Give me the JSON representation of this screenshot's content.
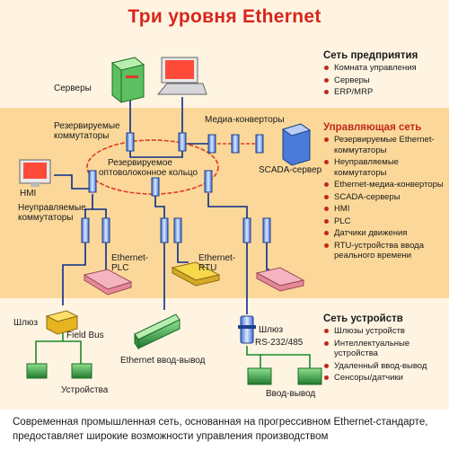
{
  "title": "Три уровня Ethernet",
  "sections": {
    "enterprise": {
      "heading": "Сеть предприятия",
      "items": [
        "Комната управления",
        "Серверы",
        "ERP/MRP"
      ]
    },
    "control": {
      "heading": "Управляющая сеть",
      "items": [
        "Резервируемые Ethernet-коммутаторы",
        "Неуправляемые коммутаторы",
        "Ethernet-медиа-конверторы",
        "SCADA-серверы",
        "HMI",
        "PLC",
        "Датчики движения",
        "RTU-устройства ввода реального времени"
      ]
    },
    "devices": {
      "heading": "Сеть устройств",
      "items": [
        "Шлюзы устройств",
        "Интеллектуальные устройства",
        "Удаленный ввод-вывод",
        "Сенсоры/датчики"
      ]
    }
  },
  "labels": {
    "servers": "Серверы",
    "redundant_switches": [
      "Резервируемые",
      "коммутаторы"
    ],
    "media_converters": "Медиа-конверторы",
    "ring": [
      "Резервируемое",
      "оптоволоконное кольцо"
    ],
    "scada": "SCADA-сервер",
    "hmi": "HMI",
    "unmanaged_switches": [
      "Неуправляемые",
      "коммутаторы"
    ],
    "ethernet_plc": [
      "Ethernet-",
      "PLC"
    ],
    "ethernet_rtu": [
      "Ethernet-",
      "RTU"
    ],
    "gateway_left": "Шлюз",
    "field_bus": "Field Bus",
    "devices": "Устройства",
    "ethernet_io": "Ethernet ввод-вывод",
    "gateway_right": "Шлюз",
    "rs232": "RS-232/485",
    "io_devices": "Ввод-вывод"
  },
  "footnote": [
    "Современная промышленная сеть, основанная на прогрессивном Ethernet-стандарте,",
    "предоставляет широкие возможности управления производством"
  ],
  "colors": {
    "title": "#d8261c",
    "ring": "#e03a2a",
    "bullet": "#c0281c",
    "control_band": "#fbd899",
    "outer_band": "#fff4e2",
    "link": "#0a2a8c",
    "fieldbus": "#1a8a2a"
  }
}
